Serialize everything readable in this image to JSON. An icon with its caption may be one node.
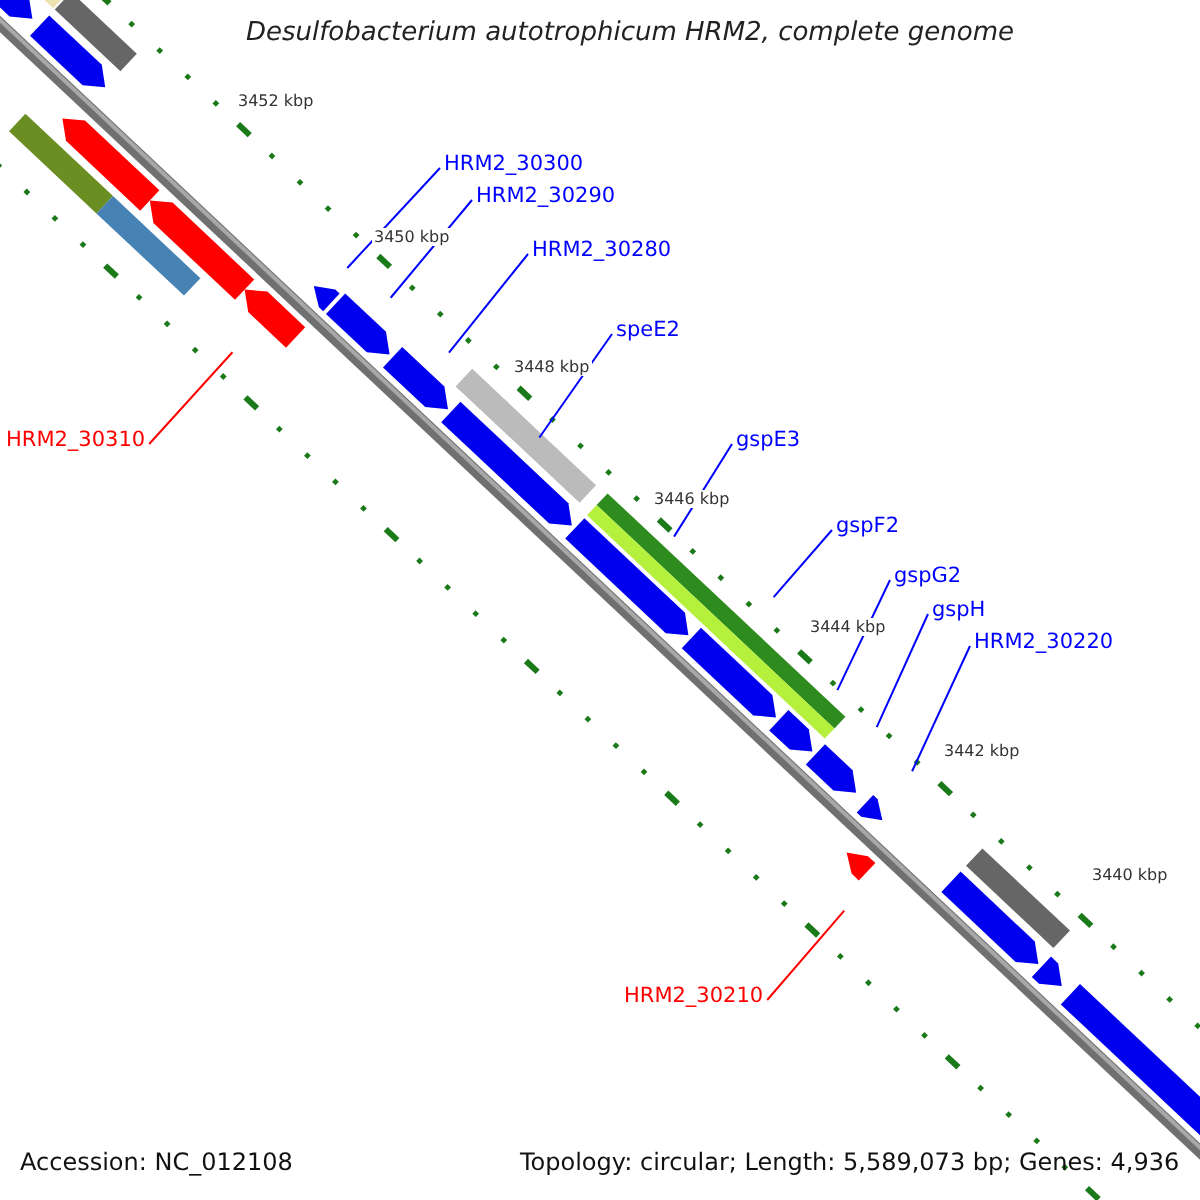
{
  "diagram": {
    "title": "Desulfobacterium autotrophicum HRM2, complete genome",
    "nodes": [
      {
        "text": [
          "HRM2_30300"
        ]
      },
      {
        "text": [
          "HRM2_30290"
        ]
      },
      {
        "text": [
          "HRM2_30280"
        ]
      },
      {
        "text": [
          "speE2"
        ]
      },
      {
        "text": [
          "HRM2_30310"
        ]
      },
      {
        "text": [
          "gspE3"
        ]
      },
      {
        "text": [
          "gspF2"
        ]
      },
      {
        "text": [
          "gspG2"
        ]
      },
      {
        "text": [
          "gspH"
        ]
      },
      {
        "text": [
          "HRM2_30220"
        ]
      },
      {
        "text": [
          "HRM2_30210"
        ]
      }
    ],
    "edges": [
      {
        "from": 0,
        "to": null,
        "arrow": "none"
      },
      {
        "from": 1,
        "to": null,
        "arrow": "none"
      },
      {
        "from": 2,
        "to": null,
        "arrow": "none"
      },
      {
        "from": 3,
        "to": null,
        "arrow": "none"
      },
      {
        "from": 4,
        "to": null,
        "arrow": "none",
        "color": "#ff0000"
      },
      {
        "from": 5,
        "to": null,
        "arrow": "none"
      },
      {
        "from": 6,
        "to": null,
        "arrow": "none"
      },
      {
        "from": 7,
        "to": null,
        "arrow": "none"
      },
      {
        "from": 8,
        "to": null,
        "arrow": "none"
      },
      {
        "from": 9,
        "to": null,
        "arrow": "none"
      },
      {
        "from": 10,
        "to": null,
        "arrow": "none",
        "color": "#ff0000"
      }
    ],
    "labels": [
      "3452 kbp",
      "3450 kbp",
      "3448 kbp",
      "3446 kbp",
      "3444 kbp",
      "3442 kbp",
      "3440 kbp",
      "Accession: NC_012108",
      "Topology: circular; Length: 5,589,073 bp; Genes: 4,936"
    ]
  }
}
